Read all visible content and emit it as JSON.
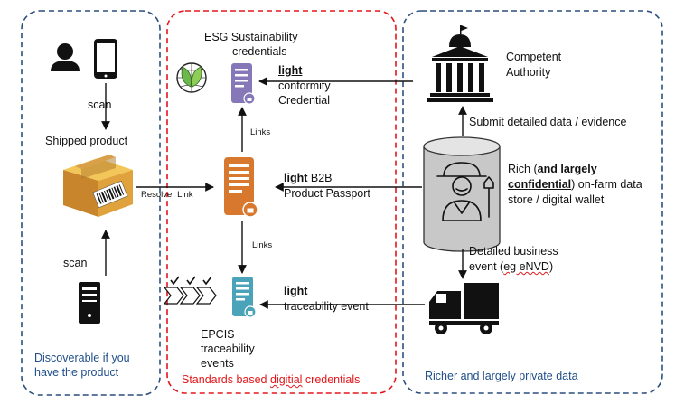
{
  "left_panel": {
    "scan_top": "scan",
    "shipped_product": "Shipped product",
    "resolver_link": "Resolver Link",
    "scan_bottom": "scan",
    "caption_line1": "Discoverable if you",
    "caption_line2": "have the product"
  },
  "middle_panel": {
    "esg_line1": "ESG Sustainability",
    "esg_line2": "credentials",
    "conformity_light": "light",
    "conformity_line2": "conformity",
    "conformity_line3": "Credential",
    "links_top": "Links",
    "b2b_light": "light",
    "b2b_rest": " B2B",
    "b2b_line2": "Product Passport",
    "links_bottom": "Links",
    "trace_light": "light",
    "trace_line2": "traceability event",
    "epcis_line1": "EPCIS",
    "epcis_line2": "traceability",
    "epcis_line3": "events",
    "caption_prefix": "Standards based ",
    "caption_wavy": "digitial",
    "caption_suffix": " credentials"
  },
  "right_panel": {
    "authority_line1": "Competent",
    "authority_line2": "Authority",
    "submit_label": "Submit detailed data / evidence",
    "rich_prefix": "Rich (",
    "rich_bold1": "and largely",
    "rich_bold2": "confidential",
    "rich_after": ") on-farm data",
    "rich_line3": "store / digital wallet",
    "event_line1": "Detailed business",
    "event_line2_prefix": "event (",
    "event_line2_wavy": "eg eNVD",
    "event_line2_suffix": ")",
    "caption": "Richer and largely private data"
  },
  "colors": {
    "blue_border": "#2b4f7e",
    "red_border": "#e3171b",
    "orange_doc": "#d8782e",
    "purple_doc": "#8678b8",
    "teal_doc": "#4aa3b8"
  }
}
